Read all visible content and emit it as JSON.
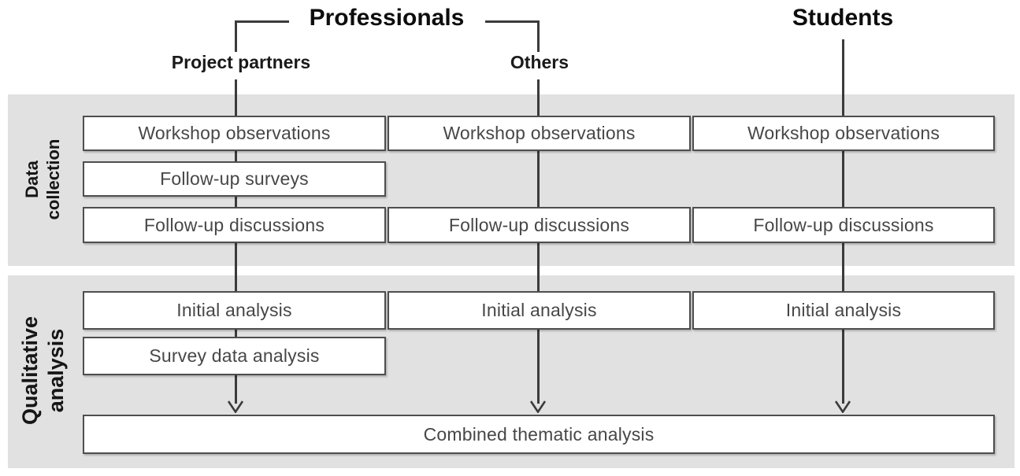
{
  "participants": {
    "professionals_label": "Professionals",
    "students_label": "Students",
    "project_partners_label": "Project partners",
    "others_label": "Others"
  },
  "phases": {
    "data_collection": {
      "label_line1": "Data",
      "label_line2": "collection",
      "rows": {
        "workshop_observations": [
          "Workshop observations",
          "Workshop observations",
          "Workshop observations"
        ],
        "follow_up_surveys": "Follow-up surveys",
        "follow_up_discussions": [
          "Follow-up discussions",
          "Follow-up discussions",
          "Follow-up discussions"
        ]
      }
    },
    "qualitative_analysis": {
      "label_line1": "Qualitative",
      "label_line2": "analysis",
      "rows": {
        "initial_analysis": [
          "Initial analysis",
          "Initial analysis",
          "Initial analysis"
        ],
        "survey_data_analysis": "Survey data analysis",
        "combined_thematic_analysis": "Combined thematic analysis"
      }
    }
  },
  "colors": {
    "band_background": "#e1e1e1",
    "box_border": "#4e4e4e",
    "box_text": "#474747",
    "line": "#3b3b3b",
    "heading_text": "#0d0d0d"
  }
}
